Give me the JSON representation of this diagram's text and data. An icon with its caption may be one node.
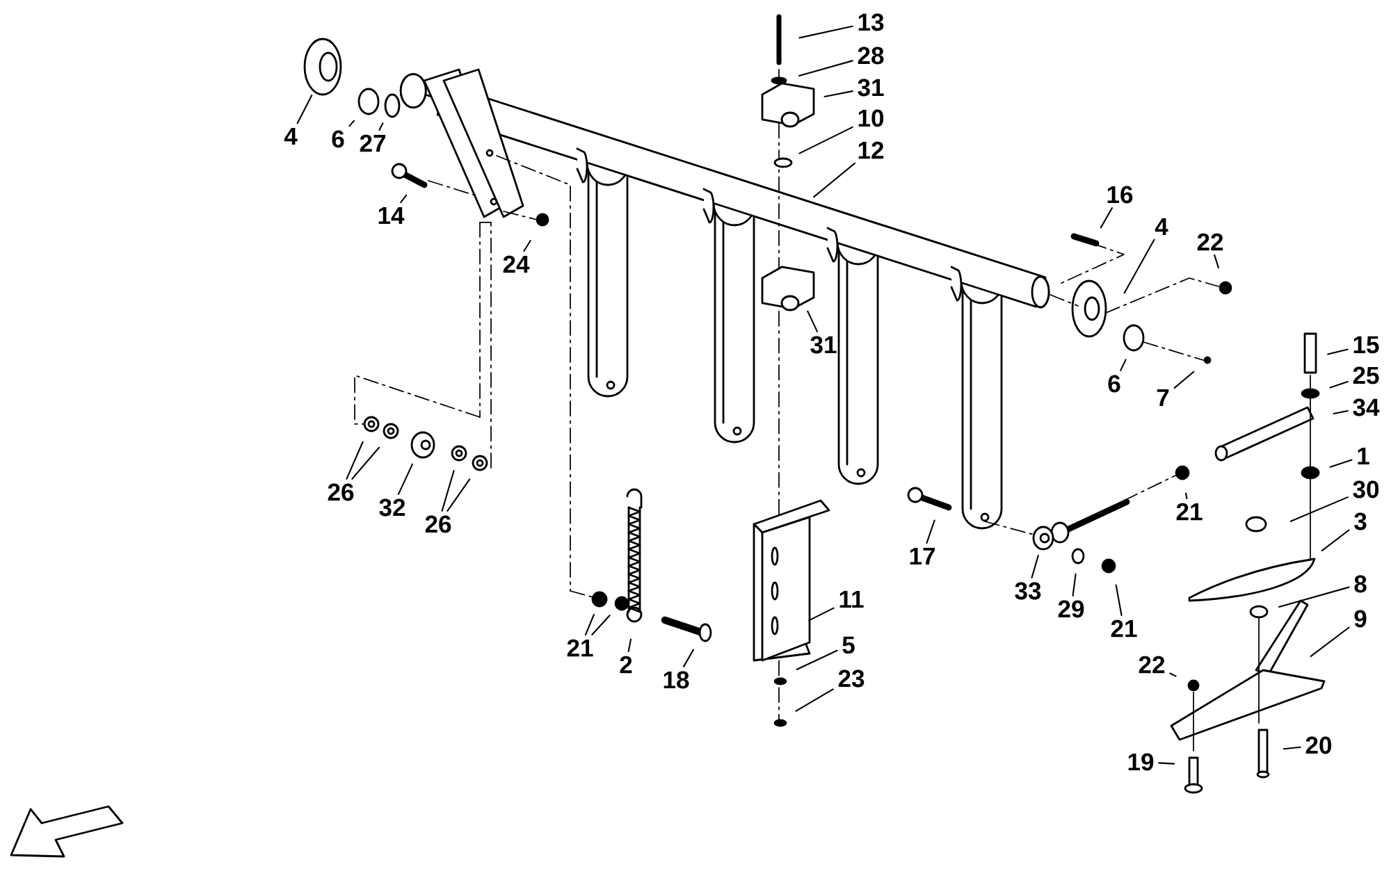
{
  "diagram": {
    "nodes": [
      {
        "text": [
          "4"
        ]
      },
      {
        "text": [
          "6"
        ]
      },
      {
        "text": [
          "27"
        ]
      },
      {
        "text": [
          "14"
        ]
      },
      {
        "text": [
          "24"
        ]
      },
      {
        "text": [
          "13"
        ]
      },
      {
        "text": [
          "28"
        ]
      },
      {
        "text": [
          "31"
        ]
      },
      {
        "text": [
          "10"
        ]
      },
      {
        "text": [
          "12"
        ]
      },
      {
        "text": [
          "16"
        ]
      },
      {
        "text": [
          "4"
        ]
      },
      {
        "text": [
          "22"
        ]
      },
      {
        "text": [
          "31"
        ]
      },
      {
        "text": [
          "6"
        ]
      },
      {
        "text": [
          "7"
        ]
      },
      {
        "text": [
          "15"
        ]
      },
      {
        "text": [
          "25"
        ]
      },
      {
        "text": [
          "34"
        ]
      },
      {
        "text": [
          "1"
        ]
      },
      {
        "text": [
          "30"
        ]
      },
      {
        "text": [
          "3"
        ]
      },
      {
        "text": [
          "8"
        ]
      },
      {
        "text": [
          "9"
        ]
      },
      {
        "text": [
          "22"
        ]
      },
      {
        "text": [
          "19"
        ]
      },
      {
        "text": [
          "20"
        ]
      },
      {
        "text": [
          "21"
        ]
      },
      {
        "text": [
          "17"
        ]
      },
      {
        "text": [
          "33"
        ]
      },
      {
        "text": [
          "29"
        ]
      },
      {
        "text": [
          "21"
        ]
      },
      {
        "text": [
          "11"
        ]
      },
      {
        "text": [
          "5"
        ]
      },
      {
        "text": [
          "23"
        ]
      },
      {
        "text": [
          "21"
        ]
      },
      {
        "text": [
          "2"
        ]
      },
      {
        "text": [
          "18"
        ]
      },
      {
        "text": [
          "26"
        ]
      },
      {
        "text": [
          "32"
        ]
      },
      {
        "text": [
          "26"
        ]
      }
    ],
    "edges": [
      {
        "from": 0,
        "to": null,
        "arrow": "none"
      },
      {
        "from": 1,
        "to": null,
        "arrow": "none"
      },
      {
        "from": 2,
        "to": null,
        "arrow": "none"
      },
      {
        "from": 3,
        "to": null,
        "arrow": "none"
      },
      {
        "from": 4,
        "to": null,
        "arrow": "none"
      },
      {
        "from": 5,
        "to": null,
        "arrow": "none"
      },
      {
        "from": 6,
        "to": null,
        "arrow": "none"
      },
      {
        "from": 7,
        "to": null,
        "arrow": "none"
      },
      {
        "from": 8,
        "to": null,
        "arrow": "none"
      },
      {
        "from": 9,
        "to": null,
        "arrow": "none"
      },
      {
        "from": 10,
        "to": null,
        "arrow": "none"
      },
      {
        "from": 11,
        "to": null,
        "arrow": "none"
      },
      {
        "from": 12,
        "to": null,
        "arrow": "none"
      },
      {
        "from": 13,
        "to": null,
        "arrow": "none"
      },
      {
        "from": 14,
        "to": null,
        "arrow": "none"
      },
      {
        "from": 15,
        "to": null,
        "arrow": "none"
      },
      {
        "from": 16,
        "to": null,
        "arrow": "none"
      },
      {
        "from": 17,
        "to": null,
        "arrow": "none"
      },
      {
        "from": 18,
        "to": null,
        "arrow": "none"
      },
      {
        "from": 19,
        "to": null,
        "arrow": "none"
      },
      {
        "from": 20,
        "to": null,
        "arrow": "none"
      },
      {
        "from": 21,
        "to": null,
        "arrow": "none"
      },
      {
        "from": 22,
        "to": null,
        "arrow": "none"
      },
      {
        "from": 23,
        "to": null,
        "arrow": "none"
      },
      {
        "from": 24,
        "to": null,
        "arrow": "none"
      },
      {
        "from": 25,
        "to": null,
        "arrow": "none"
      },
      {
        "from": 26,
        "to": null,
        "arrow": "none"
      },
      {
        "from": 27,
        "to": null,
        "arrow": "none"
      },
      {
        "from": 28,
        "to": null,
        "arrow": "none"
      },
      {
        "from": 29,
        "to": null,
        "arrow": "none"
      },
      {
        "from": 30,
        "to": null,
        "arrow": "none"
      },
      {
        "from": 31,
        "to": null,
        "arrow": "none"
      },
      {
        "from": 32,
        "to": null,
        "arrow": "none"
      },
      {
        "from": 33,
        "to": null,
        "arrow": "none"
      },
      {
        "from": 34,
        "to": null,
        "arrow": "none"
      },
      {
        "from": 35,
        "to": null,
        "arrow": "none"
      },
      {
        "from": 35,
        "to": null,
        "arrow": "none"
      },
      {
        "from": 36,
        "to": null,
        "arrow": "none"
      },
      {
        "from": 37,
        "to": null,
        "arrow": "none"
      },
      {
        "from": 38,
        "to": null,
        "arrow": "none"
      },
      {
        "from": 38,
        "to": null,
        "arrow": "none"
      },
      {
        "from": 39,
        "to": null,
        "arrow": "none"
      },
      {
        "from": 40,
        "to": null,
        "arrow": "none"
      },
      {
        "from": 40,
        "to": null,
        "arrow": "none"
      }
    ]
  }
}
